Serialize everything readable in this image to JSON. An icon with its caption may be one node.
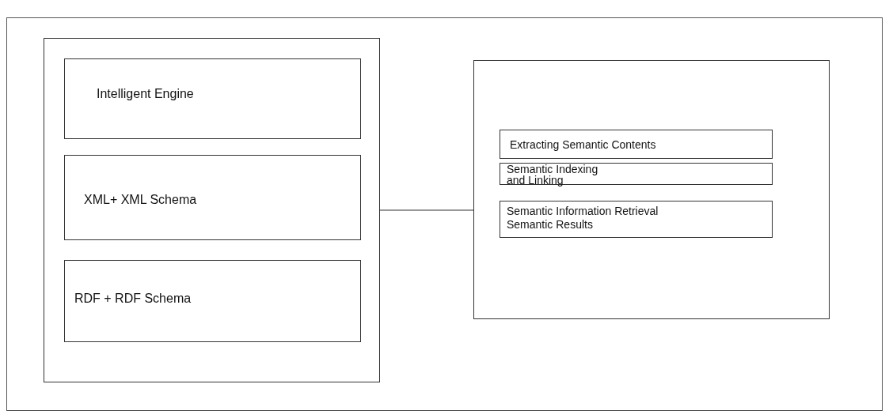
{
  "diagram": {
    "nodes": [
      {
        "text": [],
        "shape": "box"
      },
      {
        "text": [
          "Intelligent Engine"
        ],
        "in": 0
      },
      {
        "text": [
          "XML+ XML Schema"
        ],
        "in": 0
      },
      {
        "text": [
          "RDF + RDF Schema"
        ],
        "in": 0
      },
      {
        "text": [],
        "shape": "box"
      },
      {
        "text": [
          "Extracting Semantic Contents"
        ],
        "in": 4
      },
      {
        "text": [
          "Semantic Indexing and Linking"
        ],
        "in": 4
      },
      {
        "text": [
          "Semantic Information Retrieval Semantic Results"
        ],
        "in": 4
      }
    ],
    "edges": [
      {
        "from": 0,
        "to": 4,
        "arrow": "none"
      }
    ]
  }
}
